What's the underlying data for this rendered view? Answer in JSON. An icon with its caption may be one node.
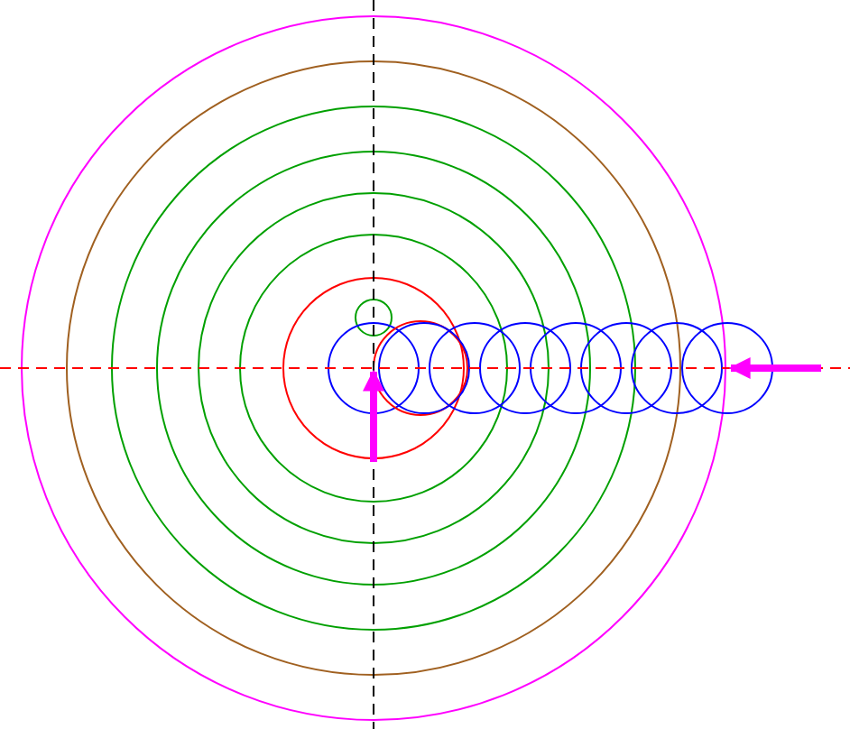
{
  "diagram": {
    "nodes": [
      {
        "text": [],
        "shape": "circle"
      },
      {
        "text": [],
        "shape": "circle",
        "in": 0
      },
      {
        "text": [],
        "shape": "circle",
        "in": 1
      },
      {
        "text": [],
        "shape": "circle",
        "in": 2
      },
      {
        "text": [],
        "shape": "circle",
        "in": 3
      },
      {
        "text": [],
        "shape": "circle",
        "in": 4
      },
      {
        "text": [],
        "shape": "circle",
        "in": 5
      },
      {
        "text": [],
        "shape": "circle",
        "in": 6
      },
      {
        "text": [],
        "shape": "circle",
        "in": 6
      },
      {
        "text": [],
        "shape": "circle",
        "in": 6
      },
      {
        "text": [],
        "shape": "circle",
        "in": 6
      },
      {
        "text": [],
        "shape": "circle",
        "in": 4
      },
      {
        "text": [],
        "shape": "circle",
        "in": 3
      },
      {
        "text": [],
        "shape": "circle",
        "in": 2
      },
      {
        "text": [],
        "shape": "circle",
        "in": 1
      },
      {
        "text": [],
        "shape": "circle",
        "in": 0
      },
      {
        "text": [],
        "shape": "circle"
      }
    ],
    "edges": [
      {
        "from": null,
        "to": 8,
        "arrow": "to"
      },
      {
        "from": null,
        "to": 16,
        "arrow": "to"
      }
    ]
  }
}
